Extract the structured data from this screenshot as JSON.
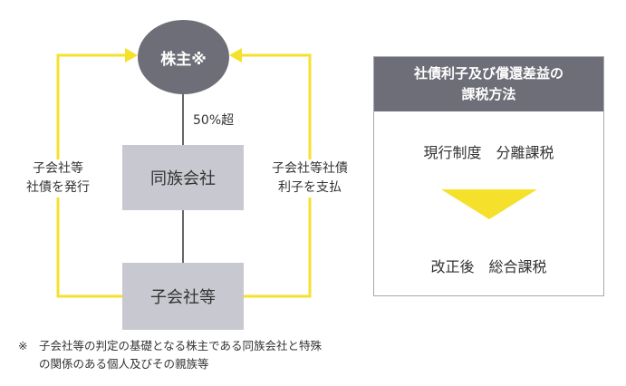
{
  "diagram": {
    "shareholder": "株主※",
    "ownership_label": "50%超",
    "family_company": "同族会社",
    "subsidiary": "子会社等",
    "left_label": [
      "子会社等",
      "社債を発行"
    ],
    "right_label": [
      "子会社等社債",
      "利子を支払"
    ],
    "footnote_mark": "※",
    "footnote_lines": [
      "子会社等の判定の基礎となる株主である同族会社と特殊",
      "の関係のある個人及びその親族等"
    ],
    "colors": {
      "arrow": "#f5e12c",
      "ellipse": "#6e6e78",
      "box": "#c8c8d0"
    }
  },
  "tax_panel": {
    "title_lines": [
      "社債利子及び償還差益の",
      "課税方法"
    ],
    "current": "現行制度　分離課税",
    "revised": "改正後　総合課税"
  }
}
